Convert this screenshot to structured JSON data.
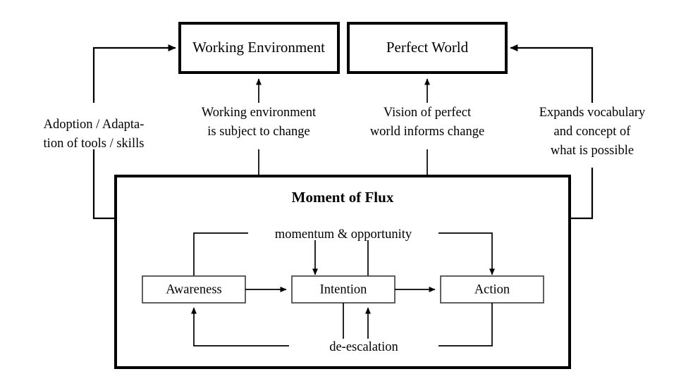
{
  "diagram": {
    "title_text": "Moment of Flux",
    "top_boxes": [
      {
        "id": "working-environment",
        "label": "Working Environment"
      },
      {
        "id": "perfect-world",
        "label": "Perfect World"
      }
    ],
    "container": {
      "id": "moment-of-flux",
      "label": "Moment of Flux"
    },
    "inner_boxes": [
      {
        "id": "awareness",
        "label": "Awareness"
      },
      {
        "id": "intention",
        "label": "Intention"
      },
      {
        "id": "action",
        "label": "Action"
      }
    ],
    "edge_labels": {
      "adoption": {
        "line1": "Adoption / Adapta-",
        "line2": "tion of tools / skills"
      },
      "working_environment_change": {
        "line1": "Working environment",
        "line2": "is subject to change"
      },
      "vision_perfect_world": {
        "line1": "Vision of perfect",
        "line2": "world informs change"
      },
      "expands_vocabulary": {
        "line1": "Expands vocabulary",
        "line2": "and concept of",
        "line3": "what is possible"
      },
      "momentum": "momentum & opportunity",
      "deescalation": "de-escalation"
    },
    "colors": {
      "stroke": "#000000",
      "inner_stroke": "#3a3a3a",
      "background": "#ffffff"
    }
  }
}
